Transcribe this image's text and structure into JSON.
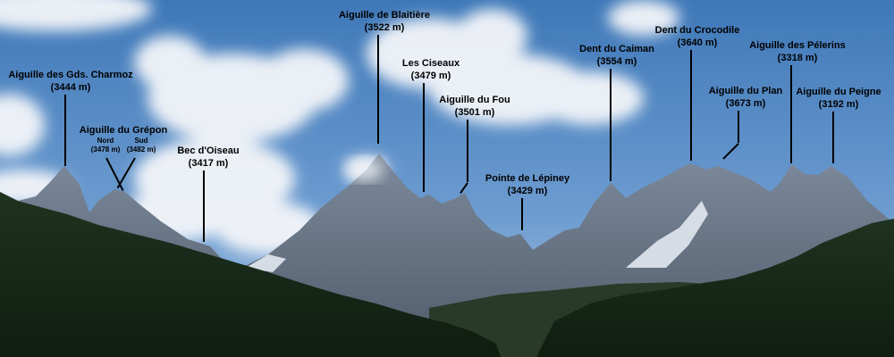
{
  "peaks": {
    "charmoz": {
      "name": "Aiguille des Gds. Charmoz",
      "height": "(3444 m)"
    },
    "grepon": {
      "name": "Aiguille du Grépon"
    },
    "grepon_nord": {
      "name": "Nord",
      "height": "(3478 m)"
    },
    "grepon_sud": {
      "name": "Sud",
      "height": "(3482 m)"
    },
    "bec": {
      "name": "Bec d'Oiseau",
      "height": "(3417 m)"
    },
    "blaitiere": {
      "name": "Aiguille de Blaitière",
      "height": "(3522 m)"
    },
    "ciseaux": {
      "name": "Les Ciseaux",
      "height": "(3479 m)"
    },
    "fou": {
      "name": "Aiguille du Fou",
      "height": "(3501 m)"
    },
    "lepiney": {
      "name": "Pointe de Lépiney",
      "height": "(3429 m)"
    },
    "caiman": {
      "name": "Dent du Caiman",
      "height": "(3554 m)"
    },
    "crocodile": {
      "name": "Dent du Crocodile",
      "height": "(3640 m)"
    },
    "plan": {
      "name": "Aiguille du Plan",
      "height": "(3673 m)"
    },
    "pelerins": {
      "name": "Aiguille des Pélerins",
      "height": "(3318 m)"
    },
    "peigne": {
      "name": "Aiguille du Peigne",
      "height": "(3192 m)"
    }
  }
}
